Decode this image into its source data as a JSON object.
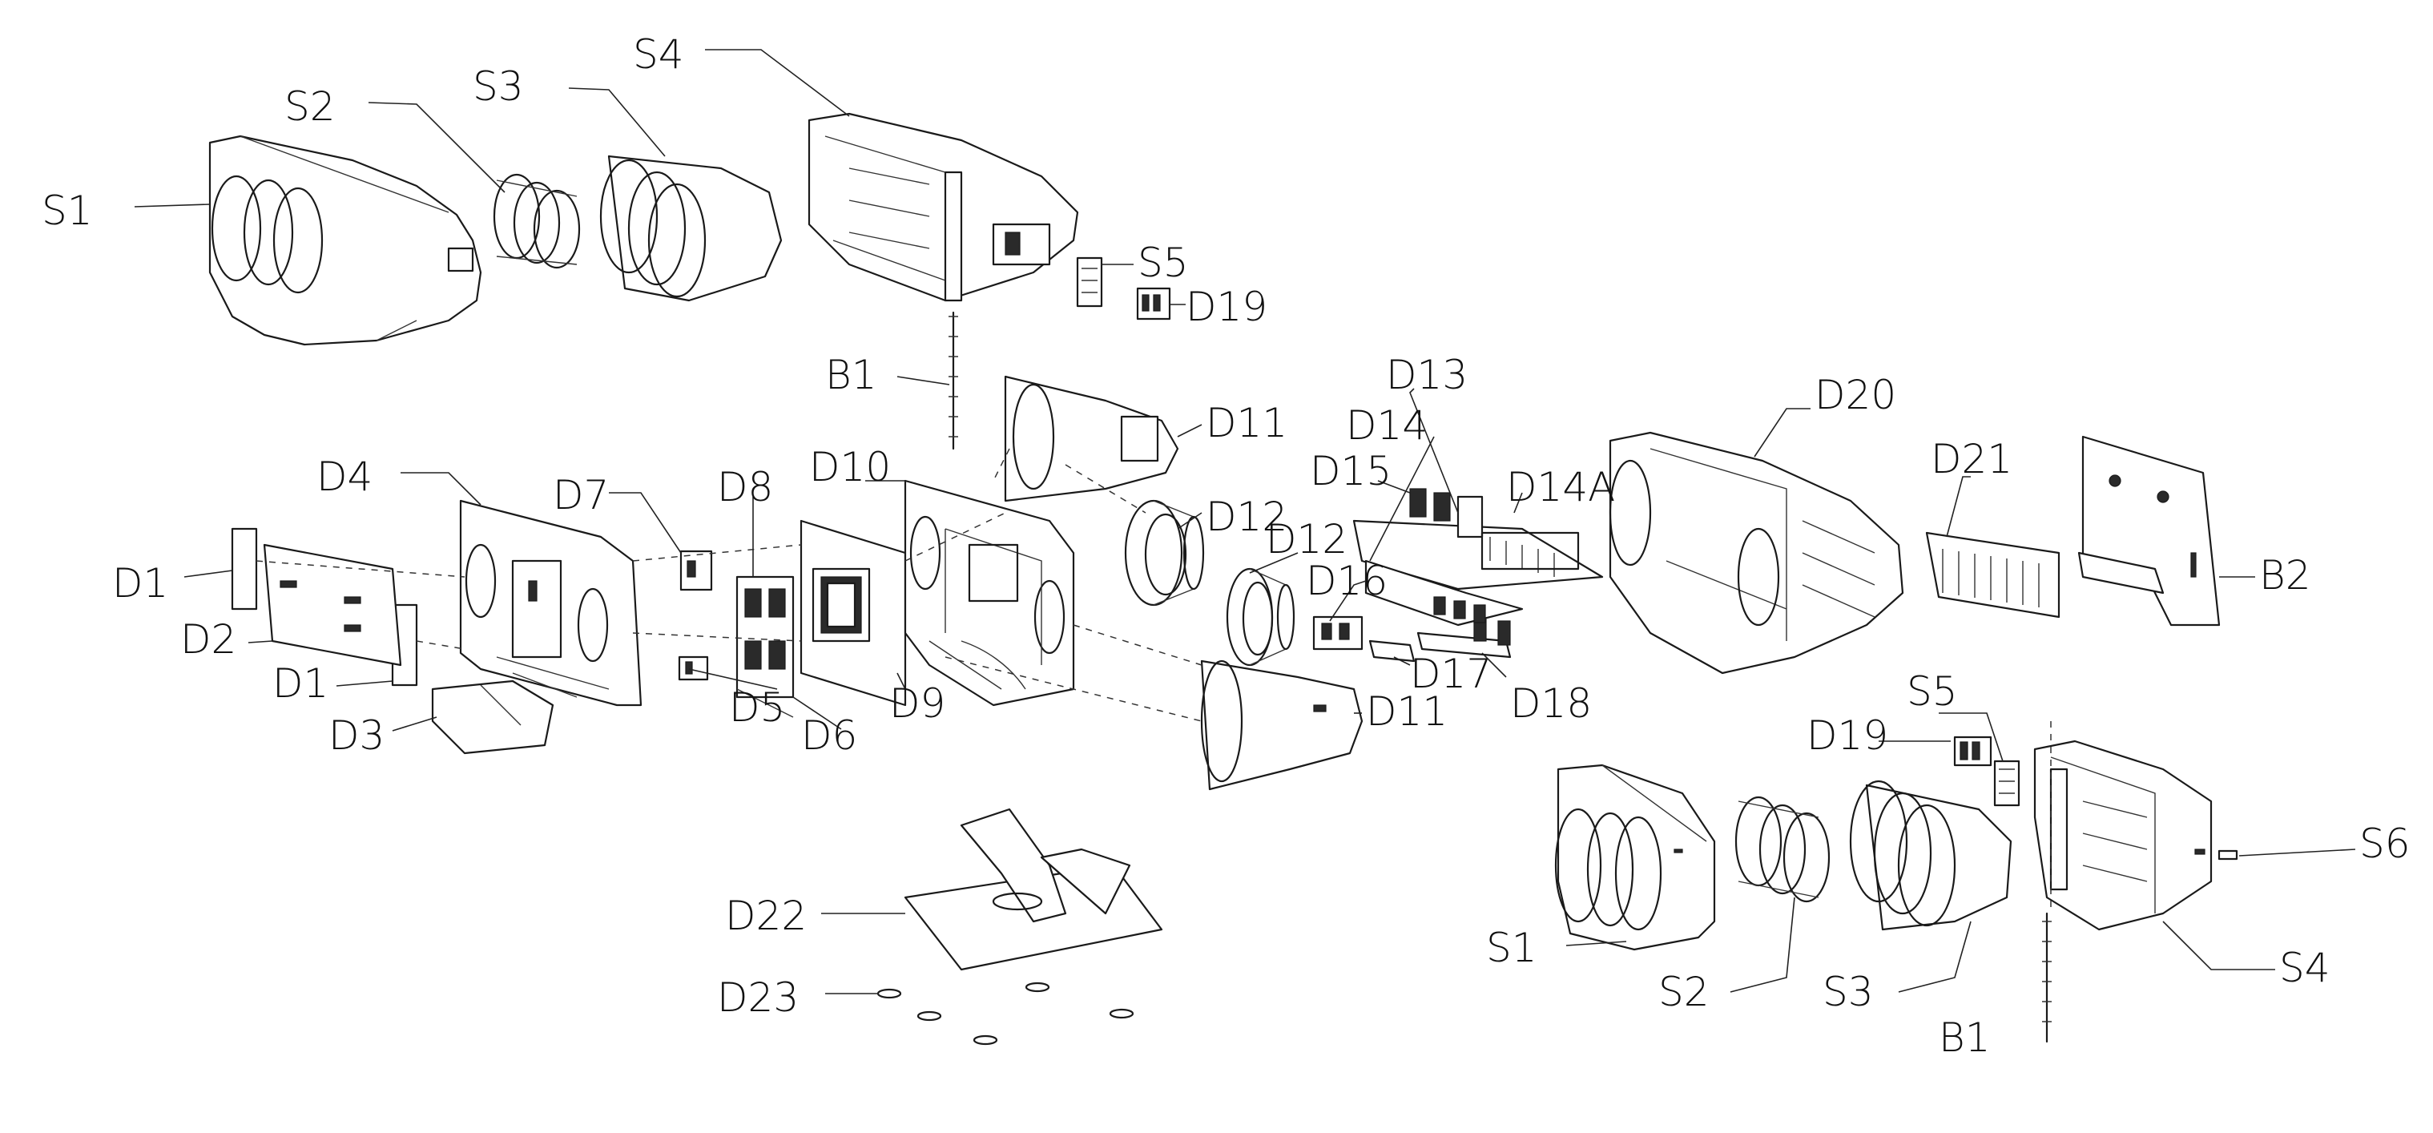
{
  "figure": {
    "labels": {
      "s1_top": "S1",
      "s2_top": "S2",
      "s3_top": "S3",
      "s4_top": "S4",
      "s5_top": "S5",
      "d19_top": "D19",
      "b1_top": "B1",
      "d1_a": "D1",
      "d2": "D2",
      "d1_b": "D1",
      "d3": "D3",
      "d4": "D4",
      "d5": "D5",
      "d6": "D6",
      "d7": "D7",
      "d8": "D8",
      "d9": "D9",
      "d10": "D10",
      "d11_top": "D11",
      "d11_bottom": "D11",
      "d12_a": "D12",
      "d12_b": "D12",
      "d13": "D13",
      "d14": "D14",
      "d14a": "D14A",
      "d15": "D15",
      "d16": "D16",
      "d17": "D17",
      "d18": "D18",
      "d20": "D20",
      "d21": "D21",
      "b2": "B2",
      "s5_bottom": "S5",
      "d19_bottom": "D19",
      "s6": "S6",
      "s1_bottom": "S1",
      "s2_bottom": "S2",
      "s3_bottom": "S3",
      "s4_bottom": "S4",
      "b1_bottom": "B1",
      "d22": "D22",
      "d23": "D23"
    }
  }
}
